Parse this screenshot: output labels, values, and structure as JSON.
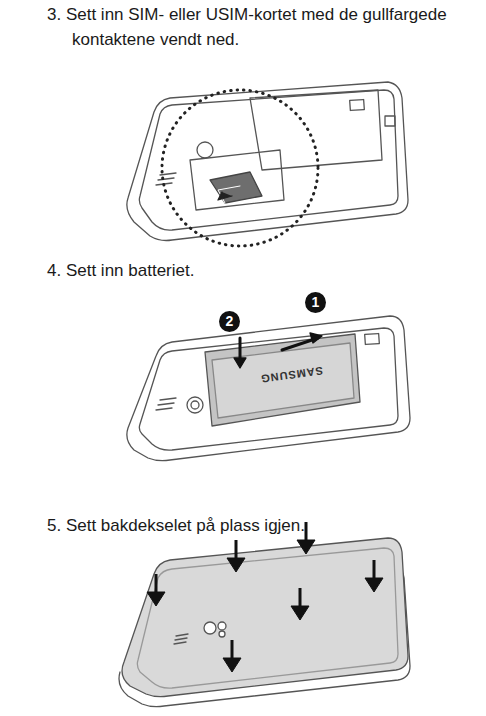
{
  "diagram": {
    "labels": [
      "3. Sett inn SIM- eller USIM-kortet med de gullfargede kontaktene vendt ned.",
      "4. Sett inn batteriet.",
      "1",
      "2",
      "SAMSUNG",
      "5. Sett bakdekselet på plass igjen."
    ]
  }
}
